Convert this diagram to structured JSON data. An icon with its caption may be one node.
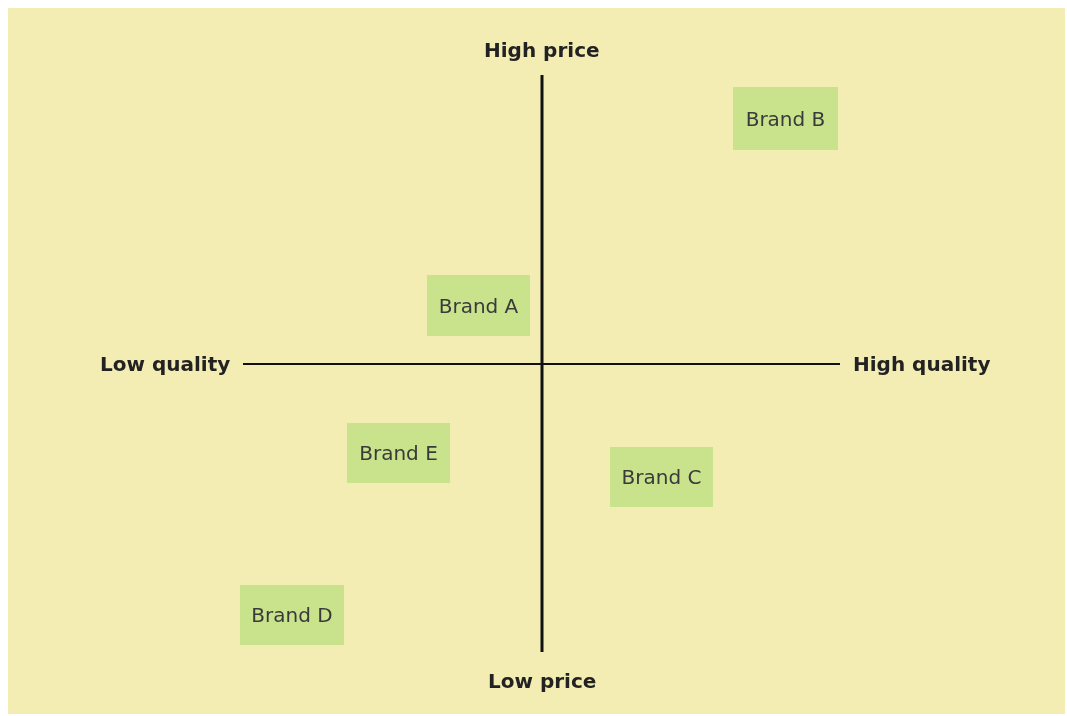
{
  "diagram": {
    "nodes": [
      {
        "text": [
          "Brand B"
        ]
      },
      {
        "text": [
          "Brand A"
        ]
      },
      {
        "text": [
          "Brand E"
        ]
      },
      {
        "text": [
          "Brand C"
        ]
      },
      {
        "text": [
          "Brand D"
        ]
      }
    ],
    "labels": [
      "High price",
      "Low quality",
      "High quality",
      "Low price"
    ]
  }
}
